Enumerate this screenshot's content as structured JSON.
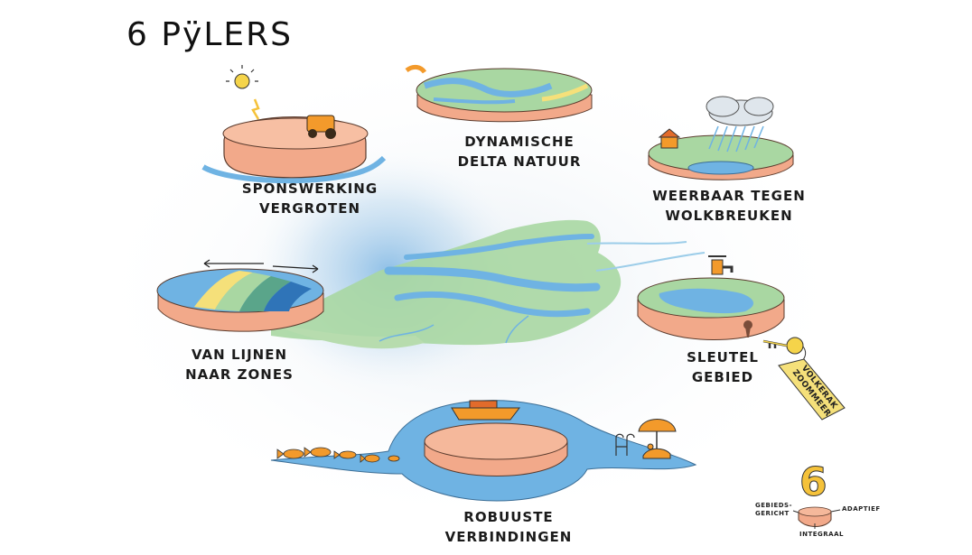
{
  "title": "6 PÿLERS",
  "pillars": [
    {
      "id": "spons",
      "line1": "SPONSWERKING",
      "line2": "VERGROTEN"
    },
    {
      "id": "delta",
      "line1": "DYNAMISCHE",
      "line2": "DELTA NATUUR"
    },
    {
      "id": "wolk",
      "line1": "WEERBAAR TEGEN",
      "line2": "WOLKBREUKEN"
    },
    {
      "id": "zones",
      "line1": "VAN LIJNEN",
      "line2": "NAAR ZONES"
    },
    {
      "id": "sleutel",
      "line1": "SLEUTEL",
      "line2": "GEBIED"
    },
    {
      "id": "verbindingen",
      "line1": "ROBUUSTE",
      "line2": "VERBINDINGEN"
    }
  ],
  "tag": {
    "line1": "VOLKERAK",
    "line2": "ZOOMMEER"
  },
  "legend": {
    "number": "6",
    "left_top": "GEBIEDS-",
    "left_bottom": "GERICHT",
    "right": "ADAPTIEF",
    "bottom": "INTEGRAAL"
  },
  "colors": {
    "land": "#a9d7a2",
    "water": "#6fb3e3",
    "clay": "#f2a98a",
    "orange": "#f39a2b",
    "yellow": "#f5d44a"
  }
}
